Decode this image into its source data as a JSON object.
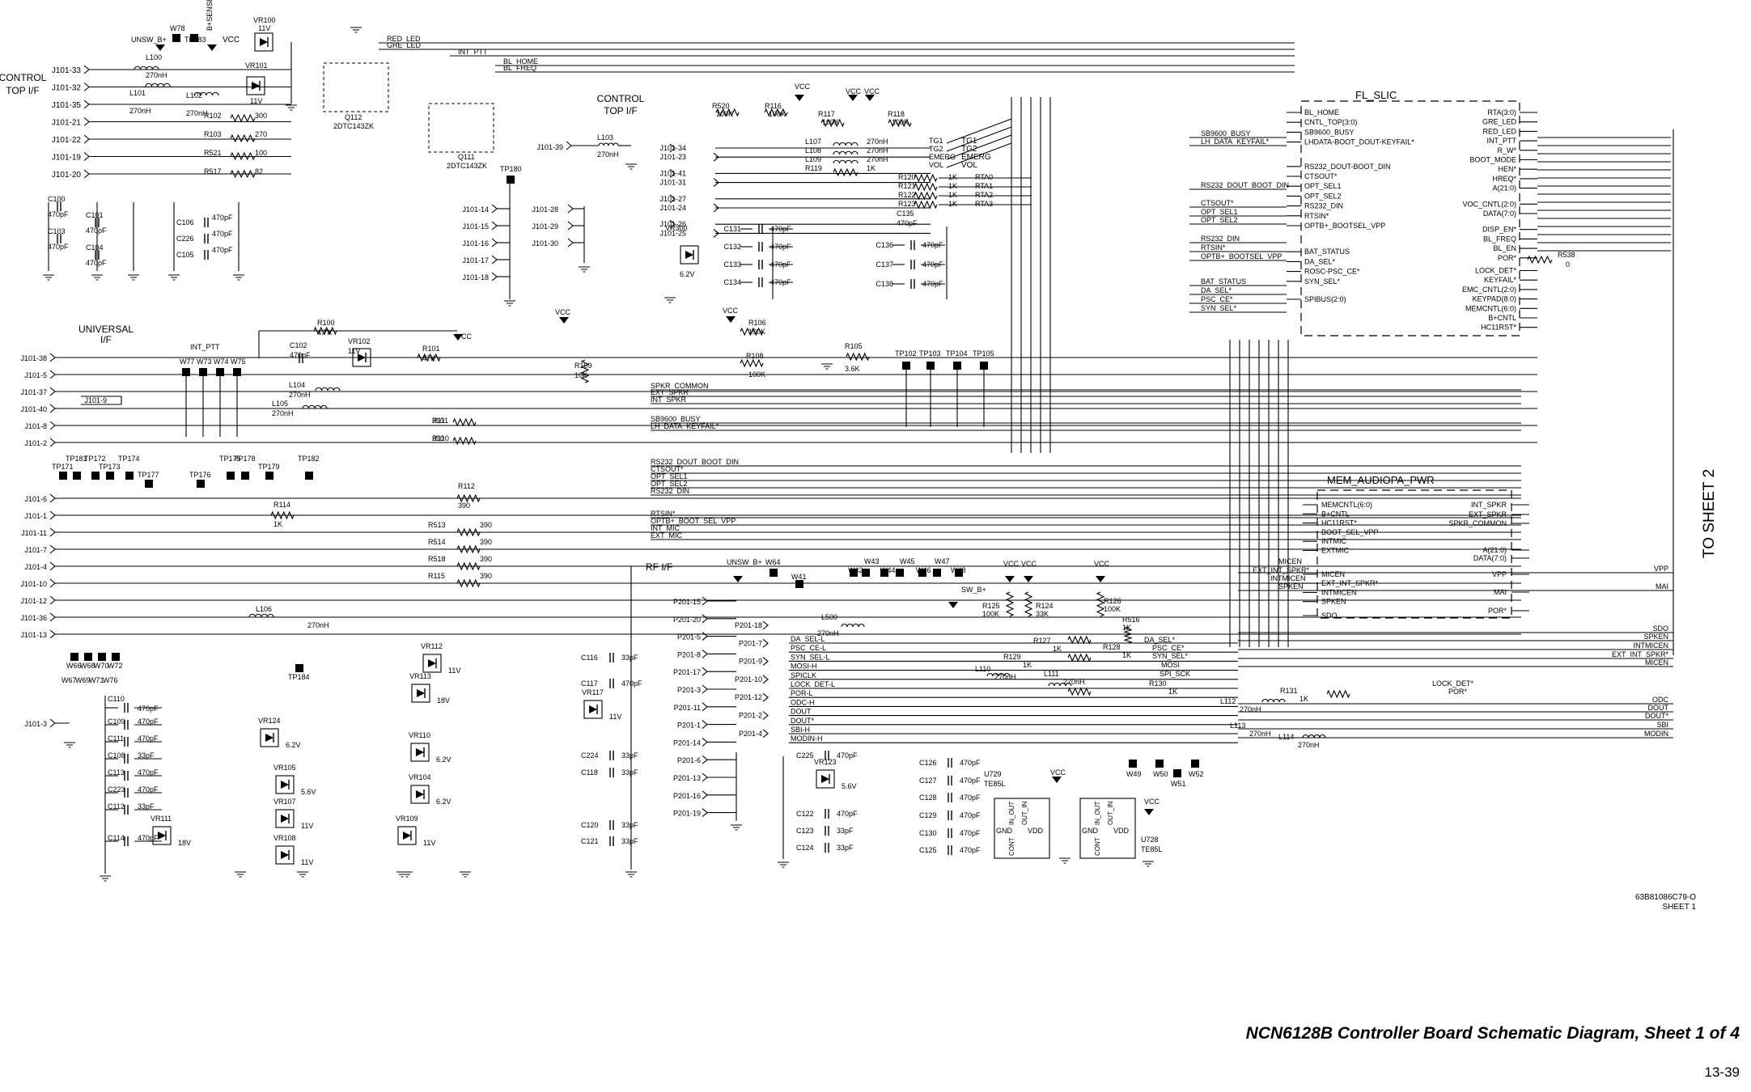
{
  "labels": {
    "control_top_if_left": "CONTROL",
    "control_top_if_left_2": "TOP I/F",
    "control_top_if_mid": "CONTROL",
    "control_top_if_mid_2": "TOP I/F",
    "universal_if": "UNIVERSAL",
    "universal_if_2": "I/F",
    "rf_if": "RF I/F",
    "to_sheet_2": "TO SHEET 2",
    "int_ptt_label": "INT_PTT",
    "unsw_b_top": "UNSW_B+",
    "unsw_b_rf": "UNSW_B+",
    "b_sense": "B+SENSE",
    "sw_b": "SW_B+",
    "part_number": "63B81086C79-O",
    "sheet_number": "SHEET 1"
  },
  "footer": {
    "title": "NCN6128B Controller Board Schematic Diagram, Sheet 1 of 4",
    "page": "13-39"
  },
  "fl_slic": {
    "title": "FL_SLIC",
    "left_pins": [
      "BL_HOME",
      "CNTL_TOP(3:0)",
      "SB9600_BUSY",
      "LHDATA-BOOT_DOUT-KEYFAIL*",
      "RS232_DOUT-BOOT_DIN",
      "CTSOUT*",
      "OPT_SEL1",
      "OPT_SEL2",
      "RS232_DIN",
      "RTSIN*",
      "OPTB+_BOOTSEL_VPP",
      "BAT_STATUS",
      "DA_SEL*",
      "ROSC-PSC_CE*",
      "SYN_SEL*",
      "SPIBUS(2:0)"
    ],
    "right_pins": [
      "RTA(3:0)",
      "GRE_LED",
      "RED_LED",
      "INT_PTT",
      "R_W*",
      "BOOT_MODE",
      "HEN*",
      "HREQ*",
      "A(21:0)",
      "VOC_CNTL(2:0)",
      "DATA(7:0)",
      "DISP_EN*",
      "BL_FREQ",
      "BL_EN",
      "POR*",
      "LOCK_DET*",
      "KEYFAIL*",
      "EMC_CNTL(2:0)",
      "KEYPAD(8:0)",
      "MEMCNTL(6:0)",
      "B+CNTL",
      "HC11RST*"
    ]
  },
  "mem_audiopa": {
    "title": "MEM_AUDIOPA_PWR",
    "left_pins": [
      "MEMCNTL(6:0)",
      "B+CNTL",
      "HC11RST*",
      "BOOT_SEL_VPP",
      "INTMIC",
      "EXTMIC",
      "MICEN",
      "EXT_INT_SPKR*",
      "INTMICEN",
      "SPKEN",
      "SDO"
    ],
    "right_pins": [
      "INT_SPKR",
      "EXT_SPKR",
      "SPKR_COMMON",
      "A(21:0)",
      "DATA(7:0)",
      "VPP",
      "MAI",
      "POR*"
    ]
  },
  "connectors": {
    "j101_top": [
      "J101-33",
      "J101-32",
      "J101-35",
      "J101-21",
      "J101-22",
      "J101-19",
      "J101-20"
    ],
    "j101_universal": [
      "J101-38",
      "J101-5",
      "J101-37",
      "J101-40",
      "J101-8",
      "J101-2"
    ],
    "j101_9": "J101-9",
    "j101_mid": [
      "J101-6",
      "J101-1",
      "J101-11",
      "J101-7",
      "J101-4",
      "J101-10",
      "J101-12",
      "J101-36",
      "J101-13"
    ],
    "j101_3": "J101-3",
    "j101_39": "J101-39",
    "j101_col": [
      "J101-14",
      "J101-15",
      "J101-16",
      "J101-17",
      "J101-18"
    ],
    "j101_col2": [
      "J101-28",
      "J101-29",
      "J101-30"
    ],
    "j101_ctrl": [
      "J101-34",
      "J101-23",
      "J101-41",
      "J101-31",
      "J101-27",
      "J101-24",
      "J101-26",
      "J101-25"
    ],
    "p201_left": [
      "P201-15",
      "P201-20",
      "P201-5",
      "P201-8",
      "P201-17",
      "P201-3",
      "P201-11",
      "P201-1",
      "P201-14",
      "P201-6",
      "P201-13",
      "P201-16",
      "P201-19"
    ],
    "p201_right": [
      "P201-18",
      "P201-7",
      "P201-9",
      "P201-10",
      "P201-12",
      "P201-2",
      "P201-4"
    ]
  },
  "nets": {
    "top_leds": [
      "RED_LED",
      "GRE_LED",
      "INT_PTT",
      "BL_HOME",
      "BL_FREQ"
    ],
    "bus_mid": [
      "SPKR_COMMON",
      "EXT_SPKR",
      "INT_SPKR",
      "SB9600_BUSY",
      "LH_DATA_KEYFAIL*",
      "RS232_DOUT_BOOT_DIN",
      "CTSOUT*",
      "OPT_SEL1",
      "OPT_SEL2",
      "RS232_DIN",
      "RTSIN*",
      "OPTB+_BOOT_SEL_VPP",
      "INT_MIC",
      "EXT_MIC"
    ],
    "rf_nets": [
      "DA_SEL-L",
      "PSC_CE-L",
      "SYN_SEL-L",
      "MOSI-H",
      "SPICLK",
      "LOCK_DET-L",
      "POR-L",
      "ODC-H",
      "DOUT",
      "DOUT*",
      "SBI-H",
      "MODIN-H"
    ],
    "right_edge": [
      "VPP",
      "MAI",
      "SDO",
      "SPKEN",
      "INTMICEN",
      "EXT_INT_SPKR*",
      "MICEN",
      "ODC",
      "DOUT",
      "DOUT*",
      "SBI",
      "MODIN"
    ],
    "slic_left_nets": [
      "SB9600_BUSY",
      "LH_DATA_KEYFAIL*",
      "RS232_DOUT_BOOT_DIN",
      "CTSOUT*",
      "OPT_SEL1",
      "OPT_SEL2",
      "RS232_DIN",
      "RTSIN*",
      "OPTB+_BOOTSEL_VPP",
      "BAT_STATUS",
      "DA_SEL*",
      "PSC_CE*",
      "SYN_SEL*"
    ],
    "mem_left_nets": [
      "MICEN",
      "EXT_INT_SPKR*",
      "INTMICEN",
      "SPKEN"
    ],
    "tg": [
      "TG1",
      "TG2",
      "EMERG",
      "VOL"
    ],
    "rta": [
      "RTA0",
      "RTA1",
      "RTA2",
      "RTA3"
    ],
    "rf_right": [
      "DA_SEL*",
      "PSC_CE*",
      "SYN_SEL*",
      "MOSI",
      "SPI_SCK",
      "LOCK_DET*",
      "POR*"
    ]
  },
  "components": {
    "inductors_top": [
      [
        "L100",
        "270nH"
      ],
      [
        "L101",
        "270nH"
      ],
      [
        "L102",
        "270nH"
      ]
    ],
    "resistors_top": [
      [
        "R102",
        "300"
      ],
      [
        "R103",
        "270"
      ],
      [
        "R521",
        "100"
      ],
      [
        "R517",
        "82"
      ]
    ],
    "caps_top_left": [
      [
        "C100",
        "470pF"
      ],
      [
        "C101",
        "470pF"
      ],
      [
        "C103",
        "470pF"
      ],
      [
        "C104",
        "470pF"
      ]
    ],
    "caps_top_mid": [
      [
        "C106",
        "470pF"
      ],
      [
        "C226",
        "470pF"
      ],
      [
        "C105",
        "470pF"
      ]
    ],
    "transistors": [
      [
        "Q112",
        "2DTC143ZK"
      ],
      [
        "Q111",
        "2DTC143ZK"
      ]
    ],
    "zeners_top": [
      [
        "VR100",
        "11V"
      ],
      [
        "VR101",
        "11V"
      ]
    ],
    "univ": [
      [
        "R100",
        "4.7K"
      ],
      [
        "C102",
        "470pF"
      ],
      [
        "VR102",
        "11V"
      ],
      [
        "R101",
        "47K"
      ],
      [
        "L104",
        "270nH"
      ],
      [
        "L105",
        "270nH"
      ],
      [
        "R111",
        "390"
      ],
      [
        "R110",
        "390"
      ],
      [
        "R109",
        "10K"
      ]
    ],
    "mid_res": [
      [
        "R112",
        "390"
      ],
      [
        "R114",
        "1K"
      ],
      [
        "R513",
        "390"
      ],
      [
        "R514",
        "390"
      ],
      [
        "R518",
        "390"
      ],
      [
        "R115",
        "390"
      ],
      [
        "L106",
        "270nH"
      ]
    ],
    "ctrl_res": [
      [
        "R520",
        "100K"
      ],
      [
        "R116",
        "100K"
      ],
      [
        "R117",
        "100K"
      ],
      [
        "R118",
        "100K"
      ],
      [
        "L107",
        "270nH"
      ],
      [
        "L108",
        "270nH"
      ],
      [
        "L109",
        "270nH"
      ],
      [
        "R119",
        "1K"
      ],
      [
        "L103",
        "270nH"
      ],
      [
        "R106",
        "100K"
      ],
      [
        "R108",
        "100K"
      ],
      [
        "R105",
        "3.6K"
      ]
    ],
    "rta_res": [
      [
        "R120",
        "1K"
      ],
      [
        "R121",
        "1K"
      ],
      [
        "R122",
        "1K"
      ],
      [
        "R123",
        "1K"
      ],
      [
        "C135",
        "470pF"
      ],
      [
        "R538",
        "0"
      ]
    ],
    "ctrl_caps": [
      [
        "C131",
        "470pF"
      ],
      [
        "C132",
        "470pF"
      ],
      [
        "C133",
        "470pF"
      ],
      [
        "C134",
        "470pF"
      ],
      [
        "C136",
        "470pF"
      ],
      [
        "C137",
        "470pF"
      ],
      [
        "C138",
        "470pF"
      ]
    ],
    "vr300": [
      "VR300",
      "6.2V"
    ],
    "low_left_caps": [
      [
        "C110",
        "470pF"
      ],
      [
        "C109",
        "470pF"
      ],
      [
        "C111",
        "470pF"
      ],
      [
        "C108",
        "33pF"
      ],
      [
        "C113",
        "470pF"
      ],
      [
        "C223",
        "470pF"
      ],
      [
        "C112",
        "33pF"
      ],
      [
        "C114",
        "470pF"
      ]
    ],
    "low_zeners": [
      [
        "VR124",
        "6.2V"
      ],
      [
        "VR105",
        "5.6V"
      ],
      [
        "VR107",
        "11V"
      ],
      [
        "VR108",
        "11V"
      ],
      [
        "VR111",
        "18V"
      ],
      [
        "VR112",
        "11V"
      ],
      [
        "VR113",
        "18V"
      ],
      [
        "VR110",
        "6.2V"
      ],
      [
        "VR104",
        "6.2V"
      ],
      [
        "VR109",
        "11V"
      ],
      [
        "VR117",
        "11V"
      ],
      [
        "VR123",
        "5.6V"
      ]
    ],
    "rf_caps": [
      [
        "C116",
        "33pF"
      ],
      [
        "C117",
        "470pF"
      ],
      [
        "C224",
        "33pF"
      ],
      [
        "C118",
        "33pF"
      ],
      [
        "C120",
        "33pF"
      ],
      [
        "C121",
        "33pF"
      ],
      [
        "C225",
        "470pF"
      ],
      [
        "C122",
        "470pF"
      ],
      [
        "C123",
        "33pF"
      ],
      [
        "C124",
        "33pF"
      ],
      [
        "C126",
        "470pF"
      ],
      [
        "C127",
        "470pF"
      ],
      [
        "C128",
        "470pF"
      ],
      [
        "C129",
        "470pF"
      ],
      [
        "C130",
        "470pF"
      ],
      [
        "C125",
        "470pF"
      ]
    ],
    "rf_parts": [
      [
        "L500",
        "270nH"
      ],
      [
        "R125",
        "100K"
      ],
      [
        "R124",
        "33K"
      ],
      [
        "R126",
        "100K"
      ],
      [
        "R516",
        "1K"
      ],
      [
        "R127",
        "1K"
      ],
      [
        "R128",
        "1K"
      ],
      [
        "R129",
        "1K"
      ],
      [
        "R130",
        "1K"
      ],
      [
        "R131",
        "1K"
      ],
      [
        "L110",
        "270nH"
      ],
      [
        "L111",
        "270nH"
      ],
      [
        "L112",
        "270nH"
      ],
      [
        "L113",
        "270nH"
      ],
      [
        "L114",
        "270nH"
      ]
    ],
    "u729": [
      "U729",
      "TE85L"
    ],
    "u728": [
      "U728",
      "TE85L"
    ],
    "gate_pins": [
      "GND",
      "IN_OUT",
      "OUT_IN",
      "VDD",
      "CONT"
    ]
  },
  "testpoints": {
    "row1": [
      "W78",
      "TP183"
    ],
    "int_ptt_row": [
      "W77",
      "W73",
      "W74",
      "W75"
    ],
    "tp_upper": [
      "TP181",
      "TP171",
      "TP172",
      "TP173",
      "TP174",
      "TP177",
      "TP175",
      "TP176",
      "TP178",
      "TP179",
      "TP182"
    ],
    "tp_ctrl": [
      "TP102",
      "TP103",
      "TP104",
      "TP105",
      "TP180"
    ],
    "w_bottom_left": [
      "W66",
      "W68",
      "W70",
      "W72",
      "W67",
      "W69",
      "W71",
      "W76"
    ],
    "tp184": "TP184",
    "rf_w": [
      "W64",
      "W41",
      "W42",
      "W43",
      "W44",
      "W45",
      "W46",
      "W47",
      "W48",
      "W49",
      "W50",
      "W51",
      "W52"
    ]
  },
  "power": {
    "vcc": "VCC"
  }
}
